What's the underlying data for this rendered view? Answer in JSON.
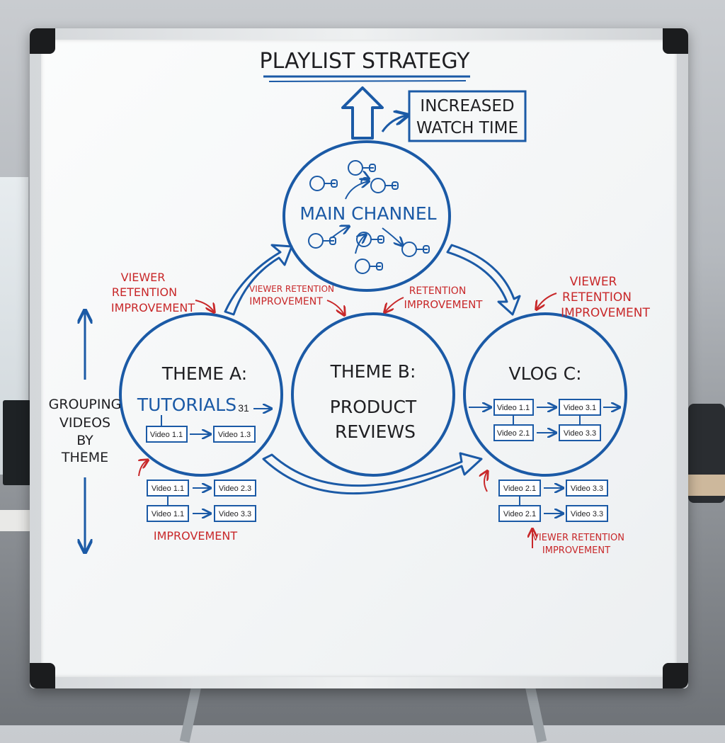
{
  "title": "PLAYLIST STRATEGY",
  "outcome_box": {
    "line1": "INCREASED",
    "line2": "WATCH TIME"
  },
  "main_channel": "MAIN CHANNEL",
  "side_label": {
    "line1": "GROUPING",
    "line2": "VIDEOS",
    "line3": "BY",
    "line4": "THEME"
  },
  "theme_a": {
    "heading": "THEME A:",
    "name": "TUTORIALS",
    "counter": "31",
    "videos": [
      "Video 1.1",
      "Video 1.3"
    ]
  },
  "theme_b": {
    "heading": "THEME B:",
    "name_line1": "PRODUCT",
    "name_line2": "REVIEWS"
  },
  "vlog_c": {
    "heading": "VLOG C:",
    "videos": [
      "Video 1.1",
      "Video 3.1",
      "Video 2.1",
      "Video 3.3"
    ]
  },
  "under_a": {
    "videos": [
      "Video 1.1",
      "Video 2.3",
      "Video 1.1",
      "Video 3.3"
    ],
    "note": "IMPROVEMENT"
  },
  "under_c": {
    "videos": [
      "Video 2.1",
      "Video 3.3",
      "Video 2.1",
      "Video 3.3"
    ],
    "note_line1": "VIEWER RETENTION",
    "note_line2": "IMPROVEMENT"
  },
  "annotations": {
    "left": [
      "VIEWER",
      "RETENTION",
      "IMPROVEMENT"
    ],
    "mid_left": [
      "VIEWER RETENTION",
      "IMPROVEMENT"
    ],
    "mid_right": [
      "RETENTION",
      "IMPROVEMENT"
    ],
    "right": [
      "VIEWER",
      "RETENTION",
      "IMPROVEMENT"
    ]
  },
  "colors": {
    "black_marker": "#1f1f22",
    "blue_marker": "#1b5aa6",
    "red_marker": "#c8282a"
  }
}
